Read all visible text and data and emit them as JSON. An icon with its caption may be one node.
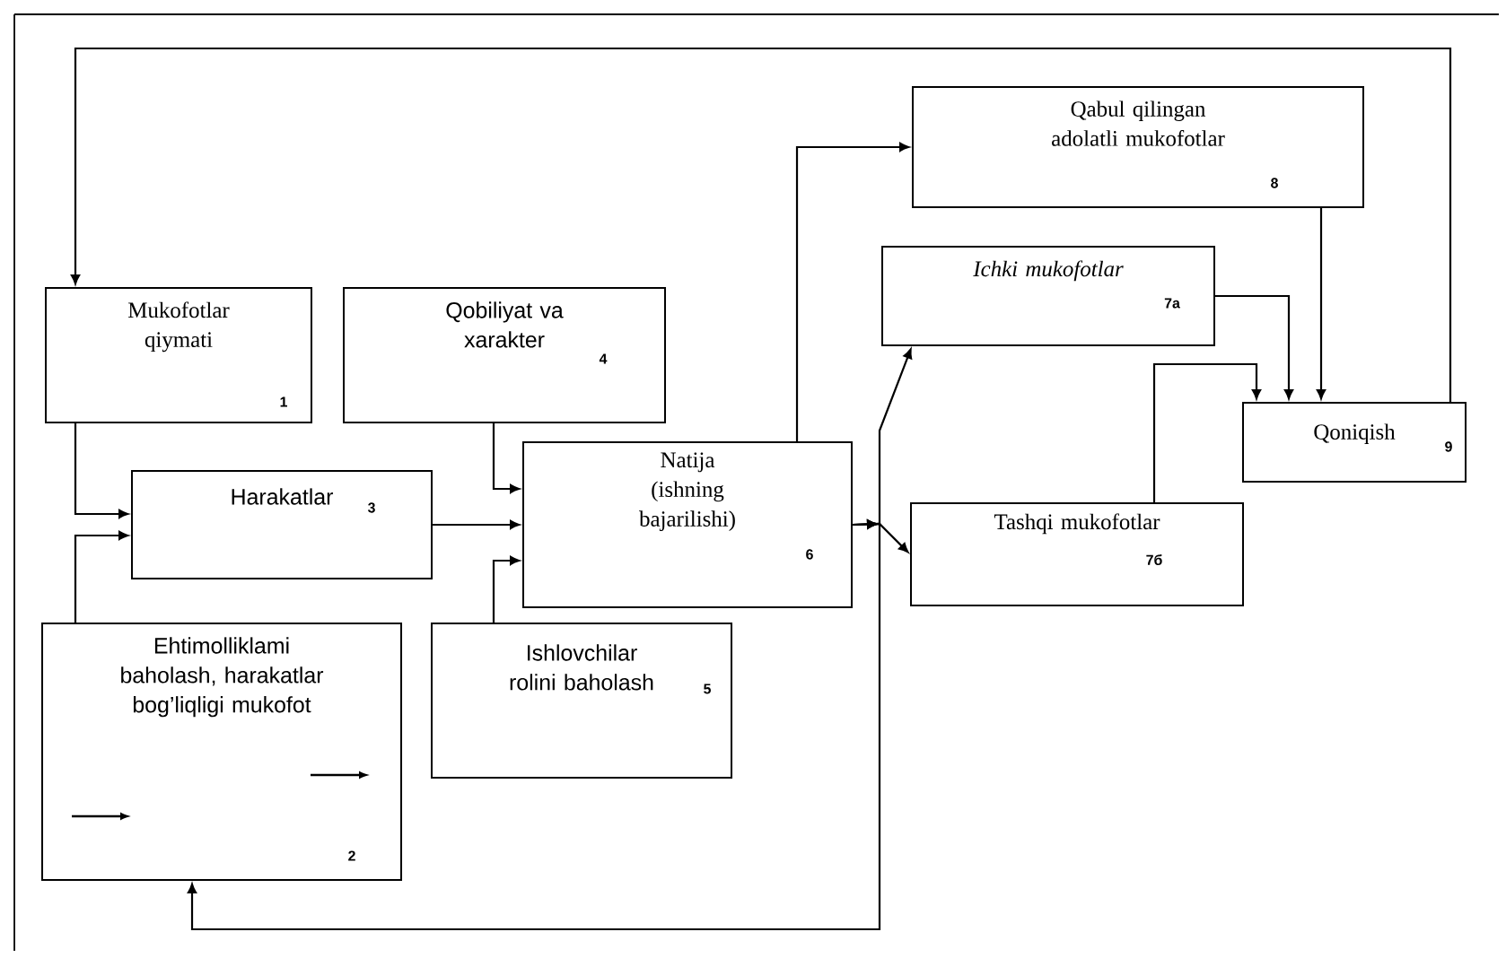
{
  "diagram": {
    "nodes": [
      {
        "text": [
          "Mukofotlar qiymati",
          "1"
        ]
      },
      {
        "text": [
          "Ehtimolliklami baholash, harakatlar bog’liqligi mukofot",
          "2"
        ]
      },
      {
        "text": [
          "Harakatlar",
          "3"
        ]
      },
      {
        "text": [
          "Qobiliyat va xarakter",
          "4"
        ]
      },
      {
        "text": [
          "Ishlovchilar rolini baholash",
          "5"
        ]
      },
      {
        "text": [
          "Natija (ishning bajarilishi)",
          "6"
        ]
      },
      {
        "text": [
          "Qabul qilingan adolatli mukofotlar",
          "8"
        ]
      },
      {
        "text": [
          "Ichki mukofotlar",
          "7a"
        ]
      },
      {
        "text": [
          "Tashqi mukofotlar",
          "7б"
        ]
      },
      {
        "text": [
          "Qoniqish",
          "9"
        ]
      }
    ],
    "edges": [
      {
        "from": 9,
        "to": 0,
        "arrow": "to"
      },
      {
        "from": 0,
        "to": 2,
        "arrow": "to"
      },
      {
        "from": 1,
        "to": 2,
        "arrow": "to"
      },
      {
        "from": 2,
        "to": 5,
        "arrow": "to"
      },
      {
        "from": 3,
        "to": 5,
        "arrow": "to"
      },
      {
        "from": 4,
        "to": 5,
        "arrow": "to"
      },
      {
        "from": 5,
        "to": 6,
        "arrow": "to"
      },
      {
        "from": 5,
        "to": 7,
        "arrow": "to"
      },
      {
        "from": 5,
        "to": 8,
        "arrow": "to"
      },
      {
        "from": 5,
        "to": 1,
        "arrow": "to"
      },
      {
        "from": 6,
        "to": 9,
        "arrow": "to"
      },
      {
        "from": 7,
        "to": 9,
        "arrow": "to"
      },
      {
        "from": 8,
        "to": 9,
        "arrow": "to"
      }
    ]
  }
}
